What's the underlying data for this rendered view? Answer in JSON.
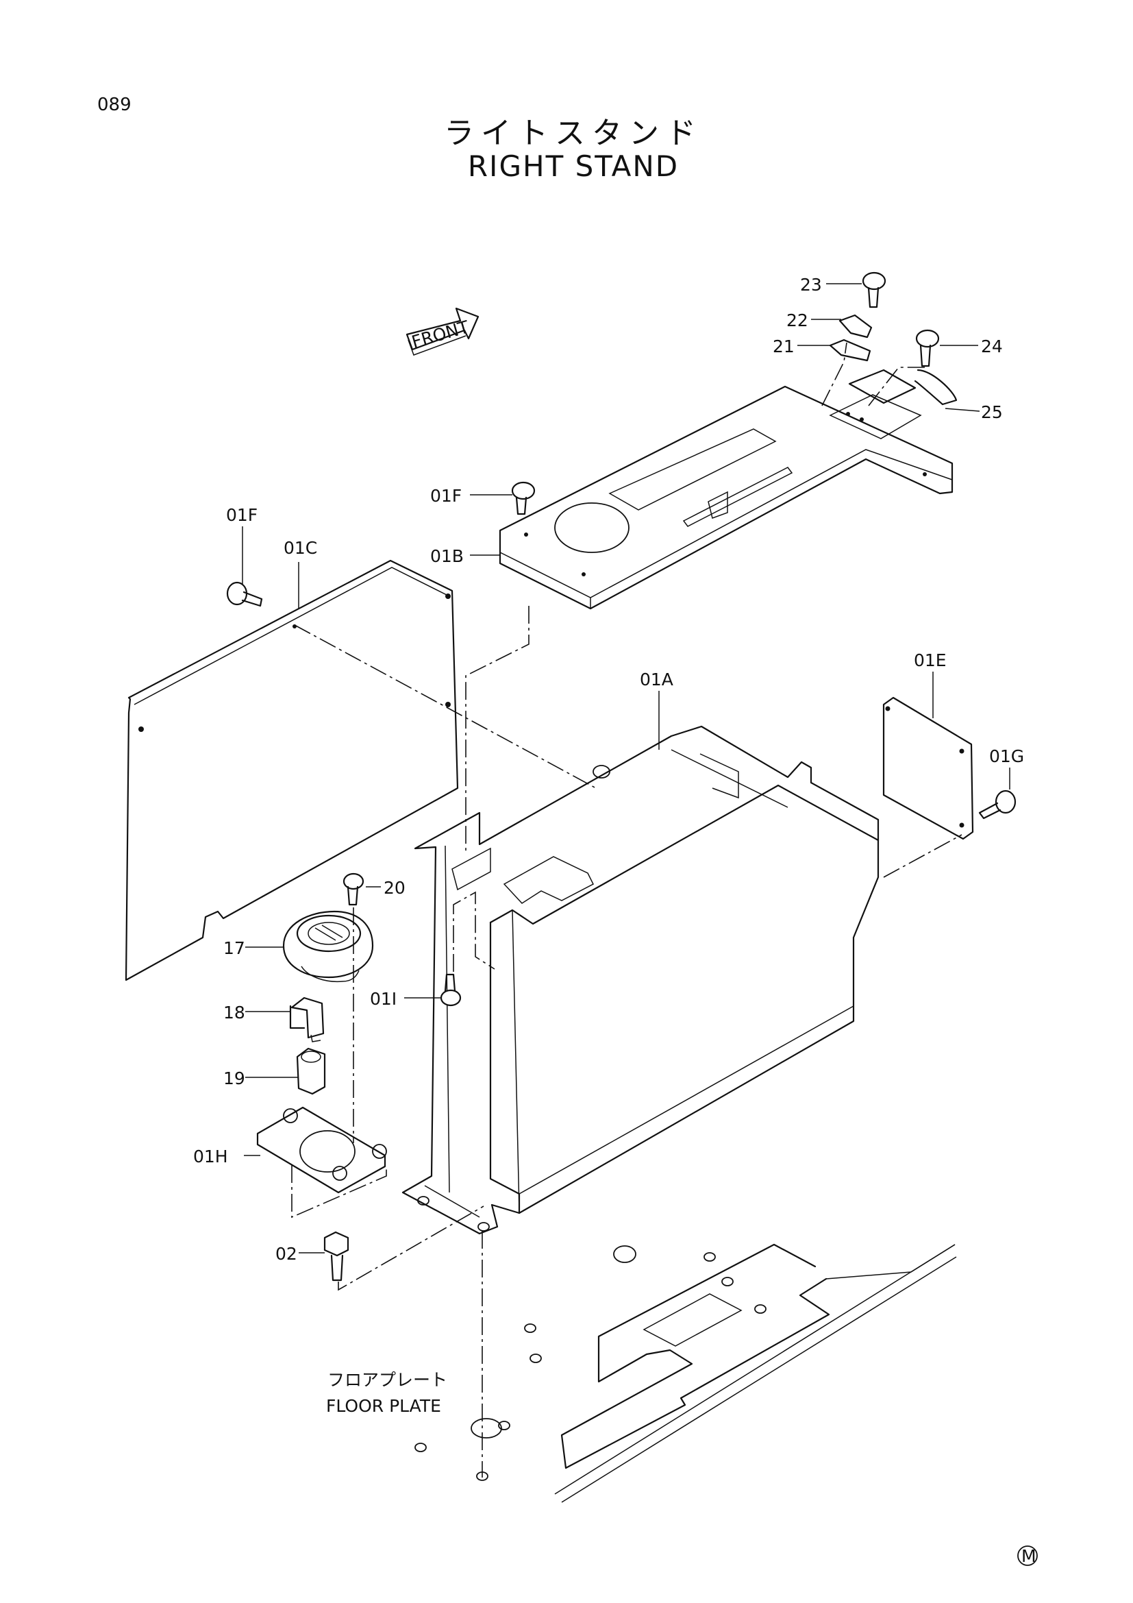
{
  "page_number": "089",
  "title": {
    "japanese": "ライトスタンド",
    "english": "RIGHT STAND"
  },
  "front_marker": "FRONT",
  "floor_plate": {
    "japanese": "フロアプレート",
    "english": "FLOOR PLATE"
  },
  "part_labels": {
    "p23": "23",
    "p22": "22",
    "p21": "21",
    "p24": "24",
    "p25": "25",
    "p01F_top": "01F",
    "p01B": "01B",
    "p01F_left": "01F",
    "p01C": "01C",
    "p01A": "01A",
    "p01E": "01E",
    "p01G": "01G",
    "p20": "20",
    "p17": "17",
    "p01I": "01I",
    "p18": "18",
    "p19": "19",
    "p01H": "01H",
    "p02": "02"
  },
  "corner_mark": "M"
}
